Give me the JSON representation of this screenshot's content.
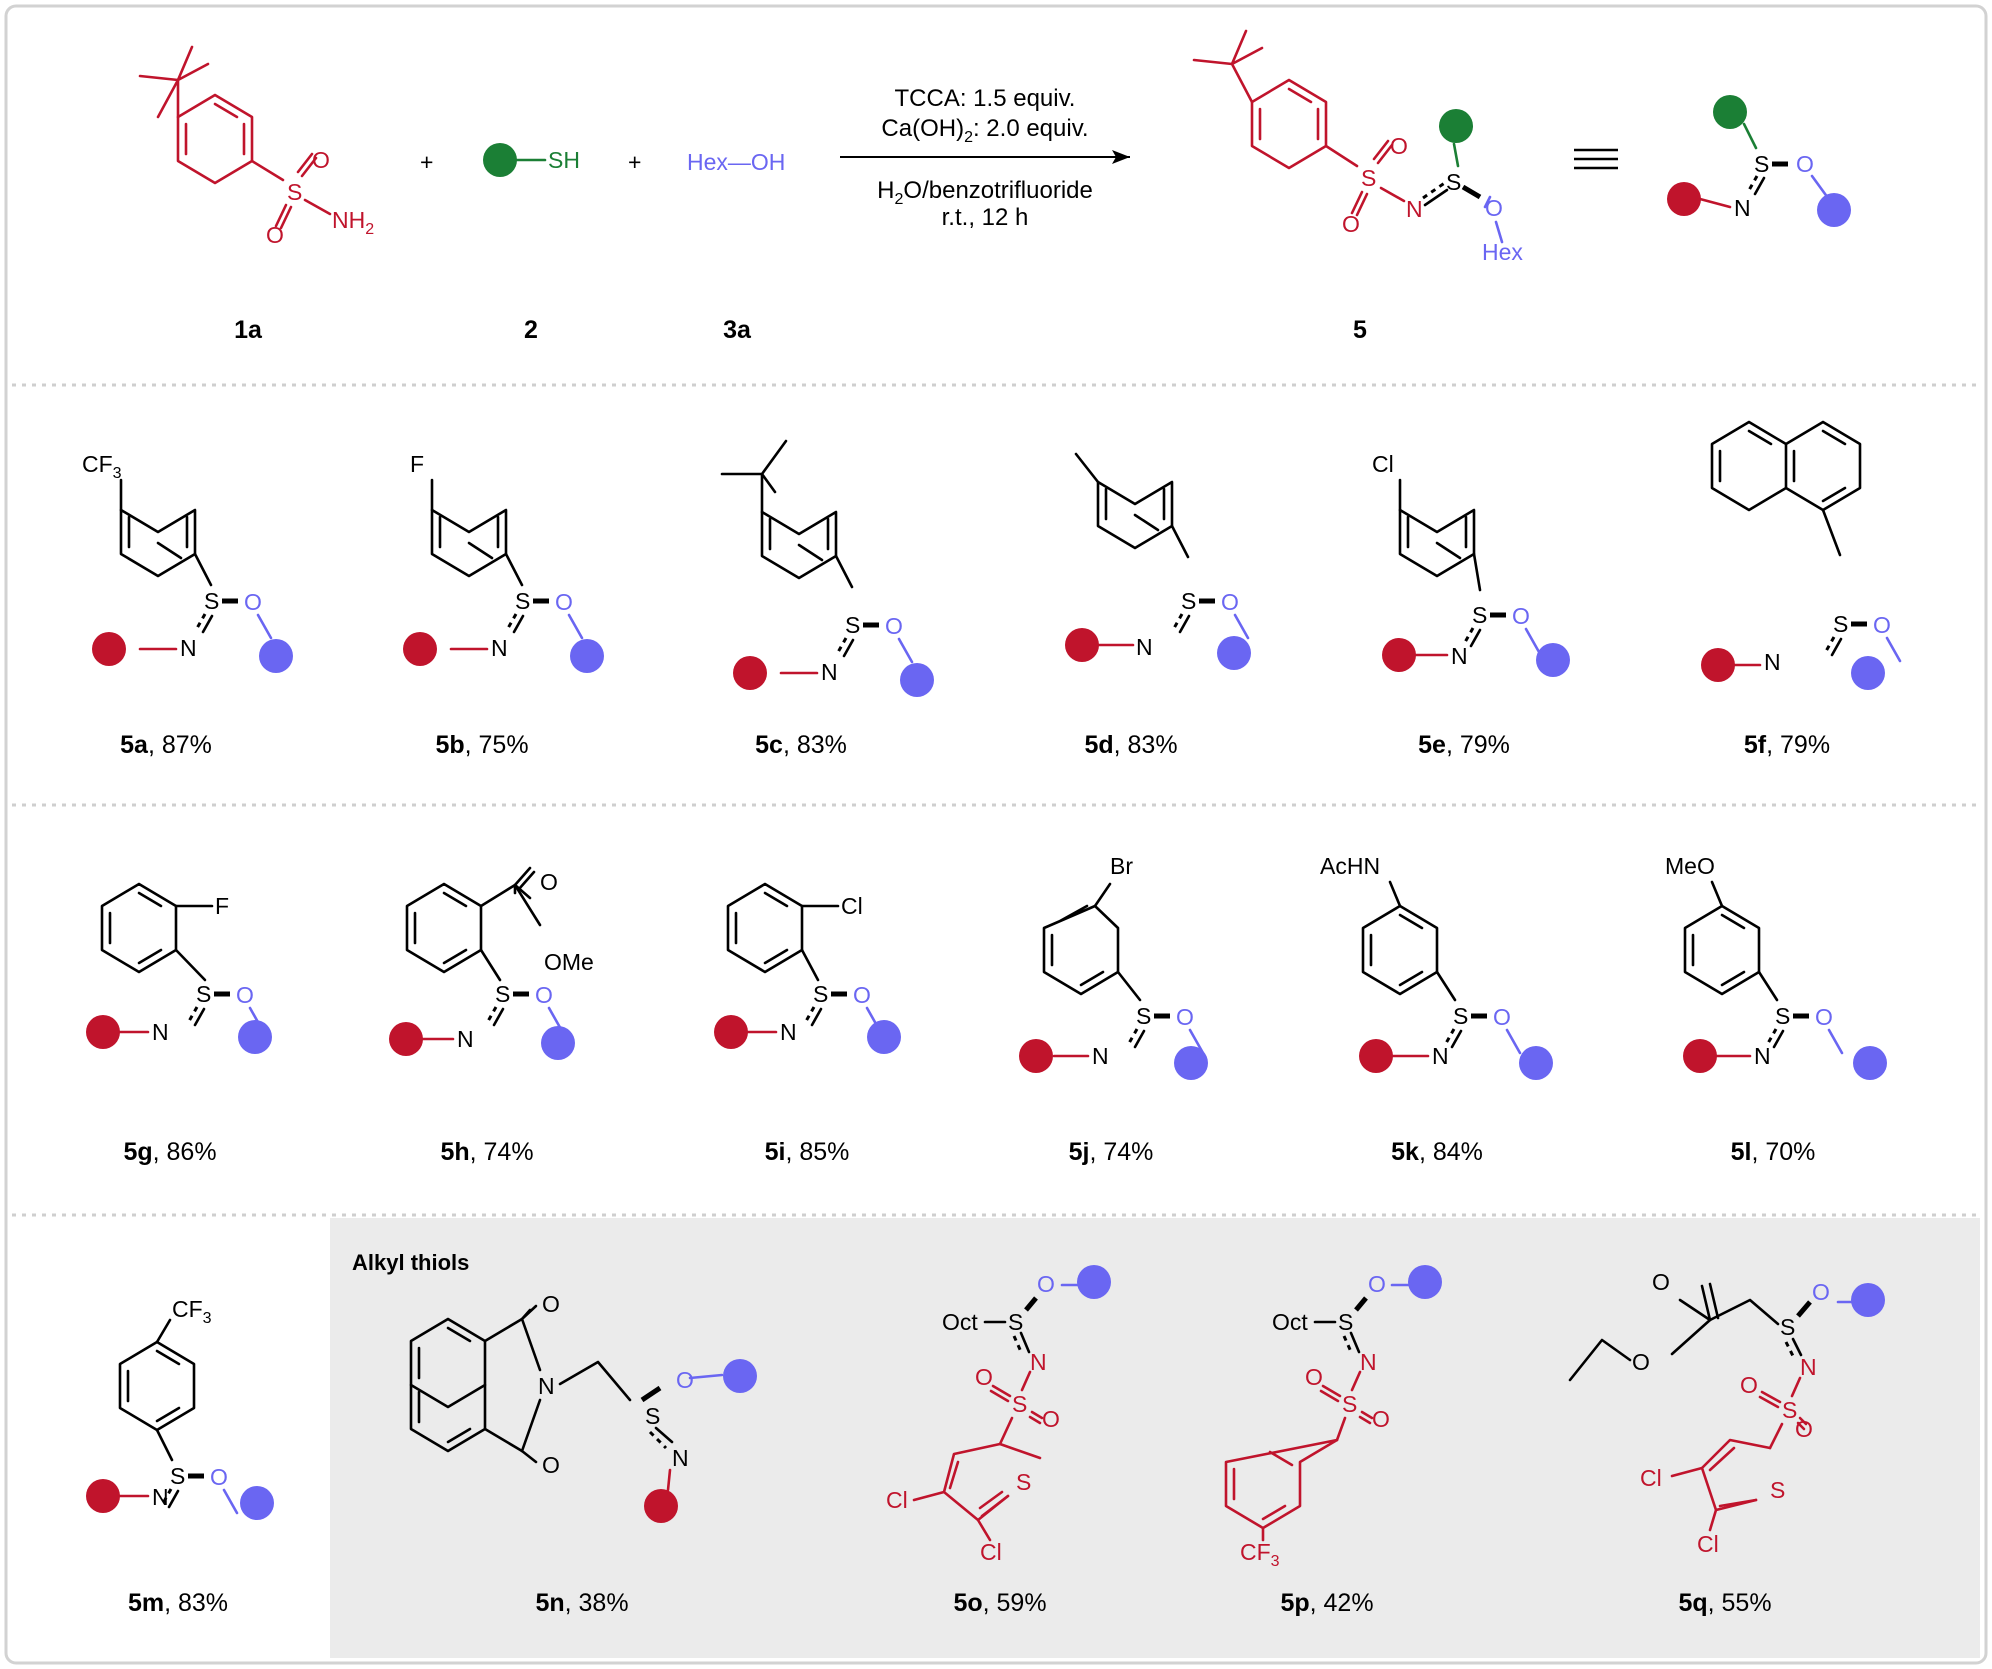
{
  "reaction": {
    "conditions": {
      "line1": "TCCA: 1.5 equiv.",
      "line2_main": "Ca(OH)",
      "line2_sub": "2",
      "line2_rest": ": 2.0 equiv.",
      "line3_main": "H",
      "line3_sub": "2",
      "line3_rest": "O/benzotrifluoride",
      "line4": "r.t., 12 h"
    },
    "reactant_labels": [
      "1a",
      "2",
      "3a"
    ],
    "product_label": "5",
    "plus": "+",
    "thiol_text": "SH",
    "alcohol_text": "Hex—OH",
    "hex": "Hex",
    "nh2_main": "NH",
    "nh2_sub": "2"
  },
  "section_alkyl_title": "Alkyl thiols",
  "compounds": [
    {
      "id": "5a",
      "yield": ", 87%",
      "sub": "CF3"
    },
    {
      "id": "5b",
      "yield": ", 75%",
      "sub": "F"
    },
    {
      "id": "5c",
      "yield": ", 83%",
      "sub": "tBu"
    },
    {
      "id": "5d",
      "yield": ", 83%",
      "sub": "Me"
    },
    {
      "id": "5e",
      "yield": ", 79%",
      "sub": "Cl"
    },
    {
      "id": "5f",
      "yield": ", 79%",
      "sub": "naphthyl"
    },
    {
      "id": "5g",
      "yield": ", 86%",
      "sub": "F"
    },
    {
      "id": "5h",
      "yield": ", 74%",
      "sub": "CO2Me"
    },
    {
      "id": "5i",
      "yield": ", 85%",
      "sub": "Cl"
    },
    {
      "id": "5j",
      "yield": ", 74%",
      "sub": "Br"
    },
    {
      "id": "5k",
      "yield": ", 84%",
      "sub": "AcHN"
    },
    {
      "id": "5l",
      "yield": ", 70%",
      "sub": "MeO"
    },
    {
      "id": "5m",
      "yield": ", 83%",
      "sub": "CF3"
    },
    {
      "id": "5n",
      "yield": ", 38%"
    },
    {
      "id": "5o",
      "yield": ", 59%"
    },
    {
      "id": "5p",
      "yield": ", 42%"
    },
    {
      "id": "5q",
      "yield": ", 55%"
    }
  ],
  "atoms": {
    "S": "S",
    "O": "O",
    "N": "N",
    "F": "F",
    "Cl": "Cl",
    "Br": "Br",
    "CF": "CF",
    "three": "3",
    "OMe": "OMe",
    "AcHN": "AcHN",
    "MeO": "MeO",
    "Oct": "Oct"
  },
  "colors": {
    "sulfonamide_red": "#c0142c",
    "alcohol_blue": "#6a66f2",
    "thiol_green": "#1b7f35",
    "alkyl_panel_gray": "#ebebeb",
    "divider": "#cfcfcf"
  }
}
